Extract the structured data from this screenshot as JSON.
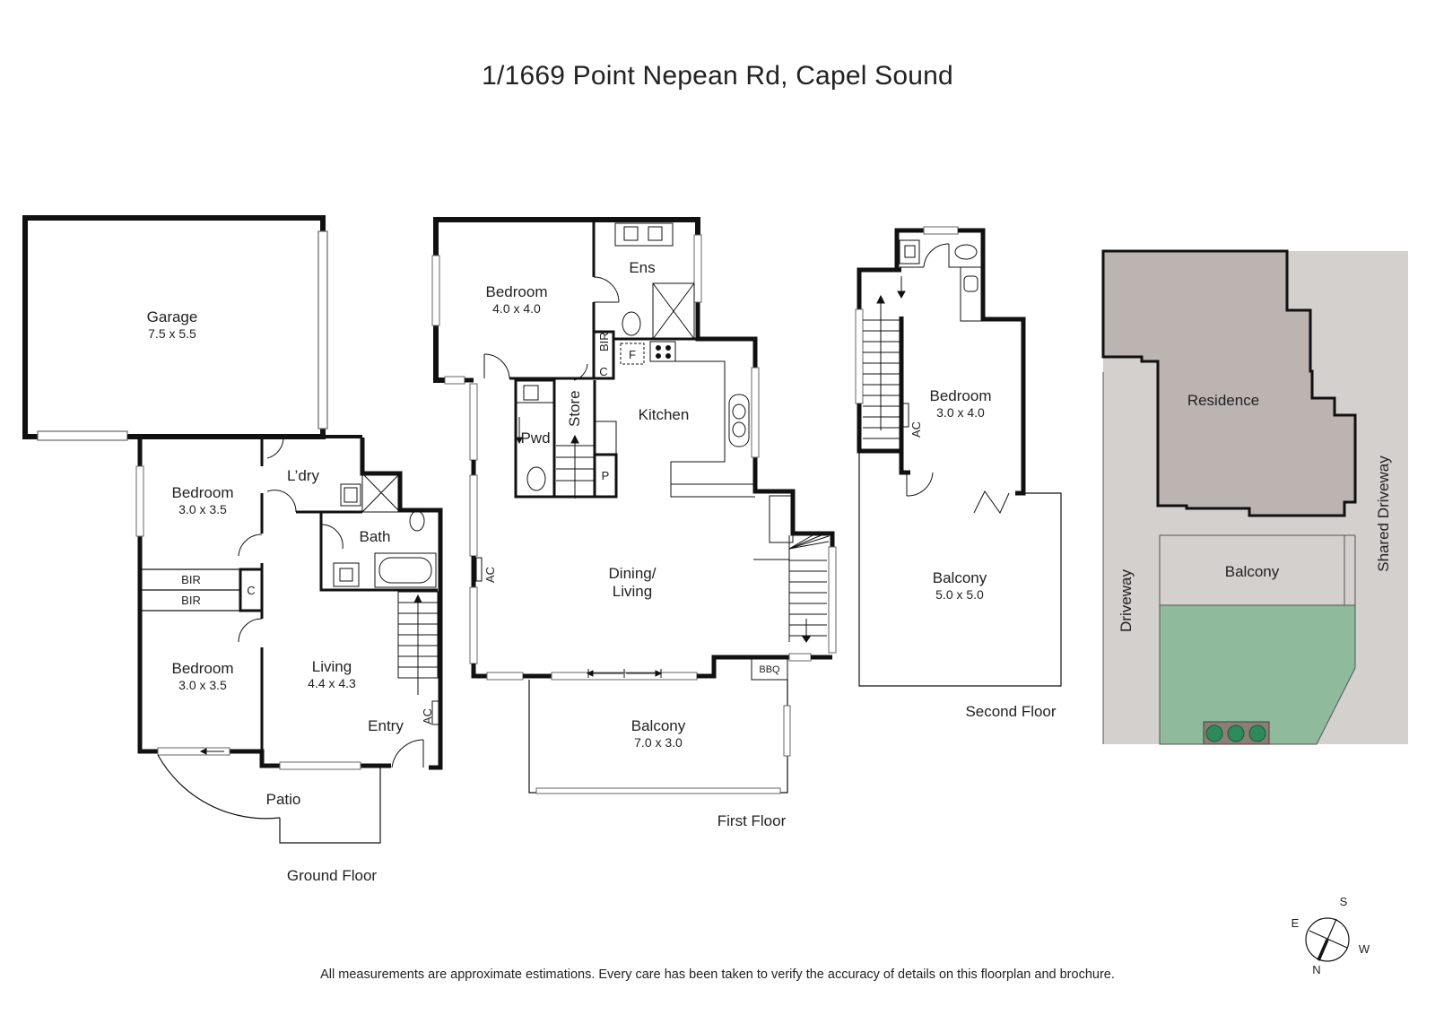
{
  "title": "1/1669 Point Nepean Rd, Capel Sound",
  "ground_floor": {
    "label": "Ground Floor",
    "rooms": [
      {
        "name": "Garage",
        "dims": "7.5 x 5.5"
      },
      {
        "name": "Bedroom",
        "dims": "3.0 x 3.5"
      },
      {
        "name": "L’dry",
        "dims": ""
      },
      {
        "name": "Bath",
        "dims": ""
      },
      {
        "name": "BIR",
        "dims": ""
      },
      {
        "name": "BIR",
        "dims": ""
      },
      {
        "name": "C",
        "dims": ""
      },
      {
        "name": "Bedroom",
        "dims": "3.0 x 3.5"
      },
      {
        "name": "Living",
        "dims": "4.4 x 4.3"
      },
      {
        "name": "Entry",
        "dims": ""
      },
      {
        "name": "AC",
        "dims": ""
      },
      {
        "name": "Patio",
        "dims": ""
      }
    ]
  },
  "first_floor": {
    "label": "First Floor",
    "rooms": [
      {
        "name": "Bedroom",
        "dims": "4.0 x 4.0"
      },
      {
        "name": "Ens",
        "dims": ""
      },
      {
        "name": "BIR",
        "dims": ""
      },
      {
        "name": "F",
        "dims": ""
      },
      {
        "name": "C",
        "dims": ""
      },
      {
        "name": "Store",
        "dims": ""
      },
      {
        "name": "Pwd",
        "dims": ""
      },
      {
        "name": "Kitchen",
        "dims": ""
      },
      {
        "name": "P",
        "dims": ""
      },
      {
        "name": "AC",
        "dims": ""
      },
      {
        "name": "Dining/",
        "dims": "Living"
      },
      {
        "name": "BBQ",
        "dims": ""
      },
      {
        "name": "Balcony",
        "dims": "7.0 x 3.0"
      }
    ]
  },
  "second_floor": {
    "label": "Second Floor",
    "rooms": [
      {
        "name": "Bedroom",
        "dims": "3.0 x 4.0"
      },
      {
        "name": "AC",
        "dims": ""
      },
      {
        "name": "Balcony",
        "dims": "5.0 x 5.0"
      }
    ]
  },
  "site_plan": {
    "labels": {
      "residence": "Residence",
      "balcony": "Balcony",
      "driveway": "Driveway",
      "shared_driveway": "Shared Driveway"
    },
    "colors": {
      "residence": "#bbb4b1",
      "paving": "#d4d0cd",
      "garden": "#8fba9c",
      "planter": "#8a7f76",
      "plant": "#2e8a5a"
    }
  },
  "compass": {
    "n": "N",
    "s": "S",
    "e": "E",
    "w": "W"
  },
  "disclaimer": "All measurements are approximate estimations. Every care has been taken to verify the accuracy of details on this floorplan and brochure."
}
